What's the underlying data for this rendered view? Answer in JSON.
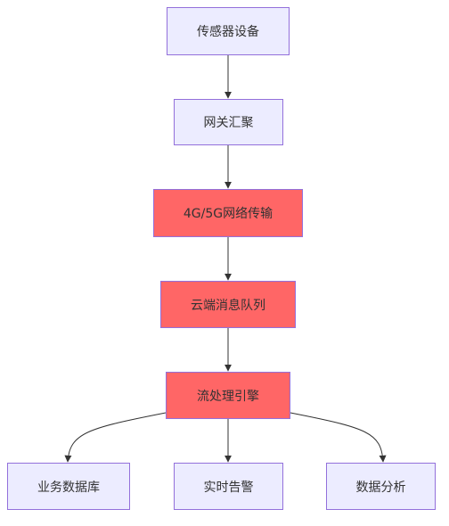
{
  "diagram": {
    "nodes": {
      "sensor": "传感器设备",
      "gateway": "网关汇聚",
      "transport": "4G/5G网络传输",
      "queue": "云端消息队列",
      "engine": "流处理引擎",
      "database": "业务数据库",
      "alert": "实时告警",
      "analytics": "数据分析"
    },
    "edges": [
      [
        "sensor",
        "gateway"
      ],
      [
        "gateway",
        "transport"
      ],
      [
        "transport",
        "queue"
      ],
      [
        "queue",
        "engine"
      ],
      [
        "engine",
        "database"
      ],
      [
        "engine",
        "alert"
      ],
      [
        "engine",
        "analytics"
      ]
    ],
    "colors": {
      "default_fill": "#ececff",
      "highlight_fill": "#ff6666",
      "border": "#9370db",
      "edge": "#333333",
      "text": "#333333"
    }
  }
}
